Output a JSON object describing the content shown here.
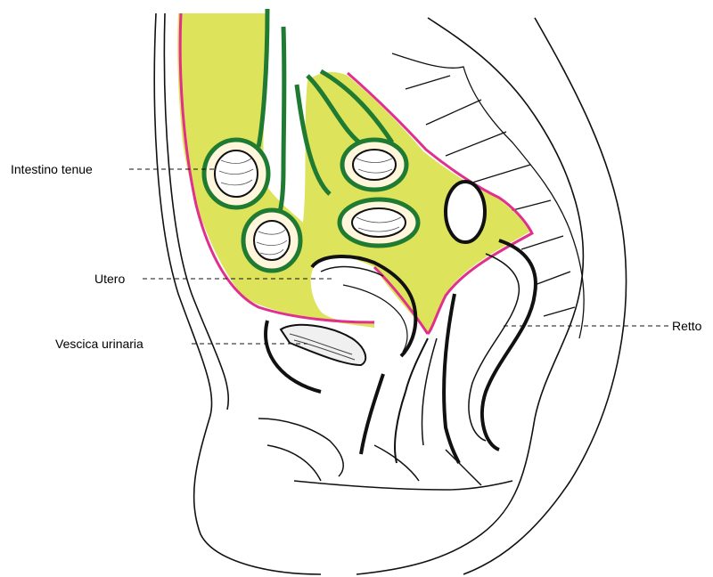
{
  "diagram": {
    "labels": {
      "intestino_tenue": "Intestino tenue",
      "utero": "Utero",
      "vescica_urinaria": "Vescica urinaria",
      "retto": "Retto"
    },
    "colors": {
      "peritoneal_cavity": "#dde35a",
      "mesentery_green": "#1f7a32",
      "peritoneum_pink": "#e0308e",
      "outline": "#111111",
      "background": "#ffffff"
    }
  }
}
